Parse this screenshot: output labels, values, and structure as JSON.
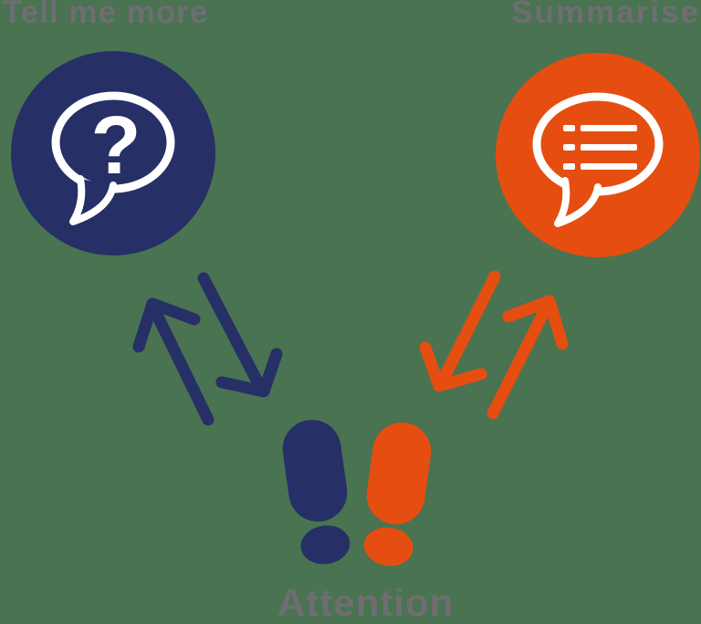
{
  "background_color": "#497351",
  "colors": {
    "navy": "#262f66",
    "orange": "#e54e10",
    "label_gray": "#6e6e72",
    "white": "#ffffff"
  },
  "diagram": {
    "nodes": [
      {
        "id": "tell-me-more",
        "label": "Tell me more",
        "icon": "question-bubble-icon",
        "color": "#262f66"
      },
      {
        "id": "summarise",
        "label": "Summarise",
        "icon": "list-bubble-icon",
        "color": "#e54e10"
      },
      {
        "id": "attention",
        "label": "Attention",
        "icon": "footprints-icon",
        "color": "#262f66 / #e54e10"
      }
    ],
    "connectors": [
      {
        "from": "tell-me-more",
        "to": "attention",
        "type": "bidirectional-arrows",
        "color": "#262f66"
      },
      {
        "from": "summarise",
        "to": "attention",
        "type": "bidirectional-arrows",
        "color": "#e54e10"
      }
    ],
    "question_mark": "?"
  }
}
